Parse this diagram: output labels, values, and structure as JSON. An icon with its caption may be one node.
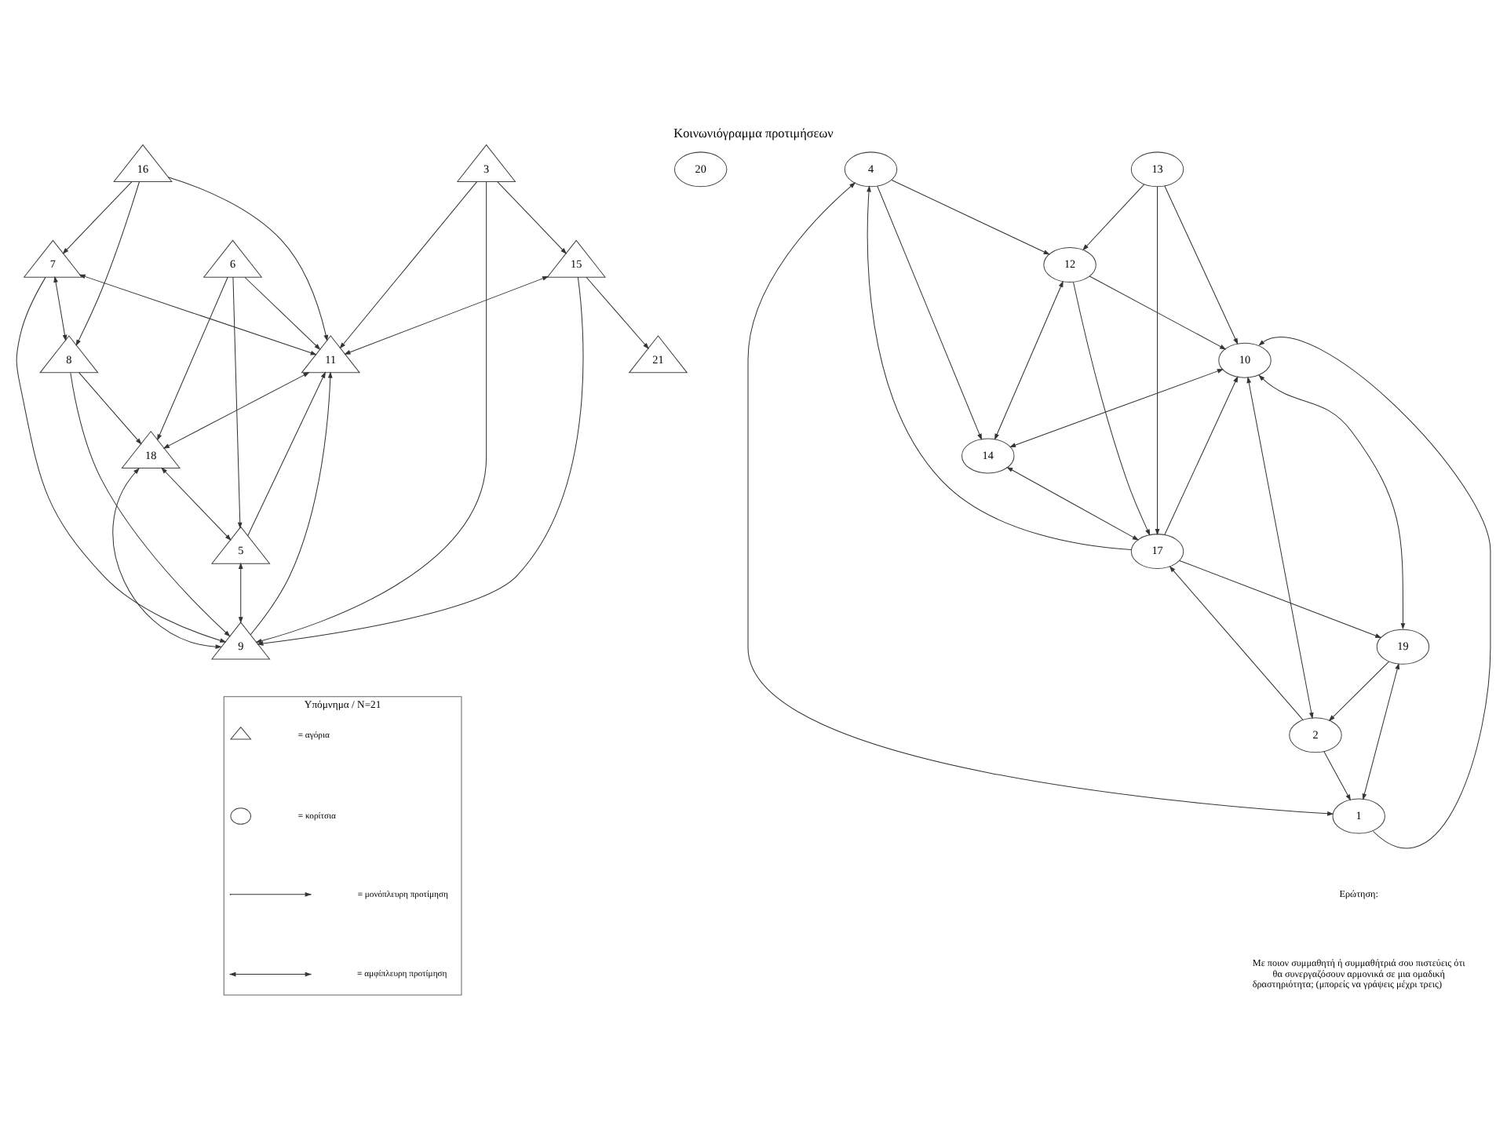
{
  "diagram": {
    "title": "Κοινωνιόγραμμα προτιμήσεων",
    "nodes": [
      {
        "text": [
          "16"
        ]
      },
      {
        "text": [
          "7"
        ]
      },
      {
        "text": [
          "15"
        ]
      },
      {
        "text": [
          "21"
        ]
      },
      {
        "text": [
          "6"
        ]
      },
      {
        "text": [
          "11"
        ]
      },
      {
        "text": [
          "18"
        ]
      },
      {
        "text": [
          "8"
        ]
      },
      {
        "text": [
          "9"
        ]
      },
      {
        "text": [
          "5"
        ]
      },
      {
        "text": [
          "3"
        ]
      },
      {
        "text": [
          "20"
        ]
      },
      {
        "text": [
          "4"
        ]
      },
      {
        "text": [
          "1"
        ]
      },
      {
        "text": [
          "12"
        ]
      },
      {
        "text": [
          "2"
        ]
      },
      {
        "text": [
          "10"
        ]
      },
      {
        "text": [
          "13"
        ]
      },
      {
        "text": [
          "14"
        ]
      },
      {
        "text": [
          "19"
        ]
      },
      {
        "text": [
          "17"
        ]
      },
      {
        "text": [
          "Υπόμνημα / N=21"
        ]
      }
    ],
    "edges": [
      {
        "from": 0,
        "to": 1,
        "arrow": "to"
      },
      {
        "from": 0,
        "to": 5,
        "arrow": "to"
      },
      {
        "from": 0,
        "to": 7,
        "arrow": "to"
      },
      {
        "from": 1,
        "to": 7,
        "arrow": "both"
      },
      {
        "from": 1,
        "to": 5,
        "arrow": "both"
      },
      {
        "from": 1,
        "to": 8,
        "arrow": "to"
      },
      {
        "from": 7,
        "to": 6,
        "arrow": "to"
      },
      {
        "from": 7,
        "to": 8,
        "arrow": "to"
      },
      {
        "from": 10,
        "to": 5,
        "arrow": "to"
      },
      {
        "from": 10,
        "to": 2,
        "arrow": "to"
      },
      {
        "from": 10,
        "to": 8,
        "arrow": "to"
      },
      {
        "from": 2,
        "to": 5,
        "arrow": "both"
      },
      {
        "from": 2,
        "to": 8,
        "arrow": "to"
      },
      {
        "from": 2,
        "to": 3,
        "arrow": "to"
      },
      {
        "from": 4,
        "to": 5,
        "arrow": "to"
      },
      {
        "from": 4,
        "to": 6,
        "arrow": "to"
      },
      {
        "from": 4,
        "to": 9,
        "arrow": "to"
      },
      {
        "from": 5,
        "to": 6,
        "arrow": "both"
      },
      {
        "from": 9,
        "to": 5,
        "arrow": "to"
      },
      {
        "from": 8,
        "to": 5,
        "arrow": "to"
      },
      {
        "from": 8,
        "to": 6,
        "arrow": "both"
      },
      {
        "from": 9,
        "to": 8,
        "arrow": "both"
      },
      {
        "from": 6,
        "to": 9,
        "arrow": "both"
      },
      {
        "from": 13,
        "to": 12,
        "arrow": "both"
      },
      {
        "from": 15,
        "to": 13,
        "arrow": "to"
      },
      {
        "from": 13,
        "to": 16,
        "arrow": "to"
      },
      {
        "from": 13,
        "to": 19,
        "arrow": "both"
      },
      {
        "from": 15,
        "to": 16,
        "arrow": "both"
      },
      {
        "from": 15,
        "to": 20,
        "arrow": "to"
      },
      {
        "from": 19,
        "to": 15,
        "arrow": "to"
      },
      {
        "from": 19,
        "to": 16,
        "arrow": "both"
      },
      {
        "from": 20,
        "to": 19,
        "arrow": "to"
      },
      {
        "from": 20,
        "to": 16,
        "arrow": "to"
      },
      {
        "from": 20,
        "to": 12,
        "arrow": "to"
      },
      {
        "from": 12,
        "to": 14,
        "arrow": "to"
      },
      {
        "from": 12,
        "to": 18,
        "arrow": "to"
      },
      {
        "from": 14,
        "to": 16,
        "arrow": "to"
      },
      {
        "from": 14,
        "to": 20,
        "arrow": "to"
      },
      {
        "from": 14,
        "to": 18,
        "arrow": "both"
      },
      {
        "from": 17,
        "to": 14,
        "arrow": "to"
      },
      {
        "from": 17,
        "to": 16,
        "arrow": "to"
      },
      {
        "from": 17,
        "to": 20,
        "arrow": "to"
      },
      {
        "from": 16,
        "to": 18,
        "arrow": "both"
      },
      {
        "from": 18,
        "to": 20,
        "arrow": "both"
      }
    ],
    "labels": [
      "Ερώτηση:",
      "Με ποιον συμμαθητή ή συμμαθήτριά σου πιστεύεις ότι θα συνεργαζόσουν αρμονικά σε μια ομαδική δραστηριότητα; (μπορείς να γράψεις μέχρι τρεις)"
    ],
    "legend": [
      {
        "text": "= αγόρια"
      },
      {
        "text": "= κορίτσια"
      },
      {
        "text": "= μονόπλευρη προτίμηση"
      },
      {
        "text": "= αμφίπλευρη προτίμηση"
      }
    ]
  }
}
